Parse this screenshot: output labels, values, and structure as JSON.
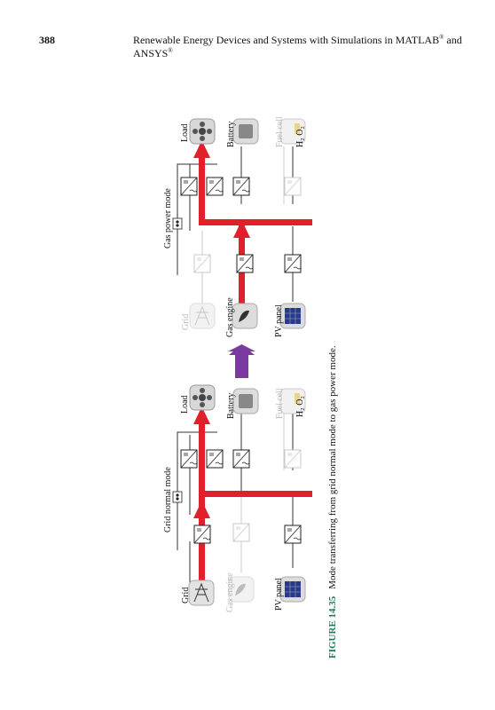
{
  "header": {
    "page_number": "388",
    "running_title": "Renewable Energy Devices and Systems with Simulations in MATLAB",
    "reg1": "®",
    "and": " and ANSYS",
    "reg2": "®"
  },
  "figure": {
    "left_panel": {
      "mode_title": "Grid normal mode",
      "labels": {
        "grid": "Grid",
        "gas_engine": "Gas engine",
        "pv_panel": "PV panel",
        "load": "Load",
        "battery": "Battery",
        "fuel_cell": "Fuel cell"
      }
    },
    "right_panel": {
      "mode_title": "Gas power mode",
      "labels": {
        "grid": "Grid",
        "gas_engine": "Gas engine",
        "pv_panel": "PV panel",
        "load": "Load",
        "battery": "Battery",
        "fuel_cell": "Fuel cell"
      }
    },
    "fuel_cell_glyph": "H₂ O₂",
    "caption_number": "FIGURE 14.35",
    "caption_text": "Mode transferring from grid normal mode to gas power mode.",
    "colors": {
      "flow": "#e0202a",
      "transition_arrow": "#7a3aa0",
      "caption_number": "#1d7a55",
      "faded": "#c8c8c8"
    }
  }
}
